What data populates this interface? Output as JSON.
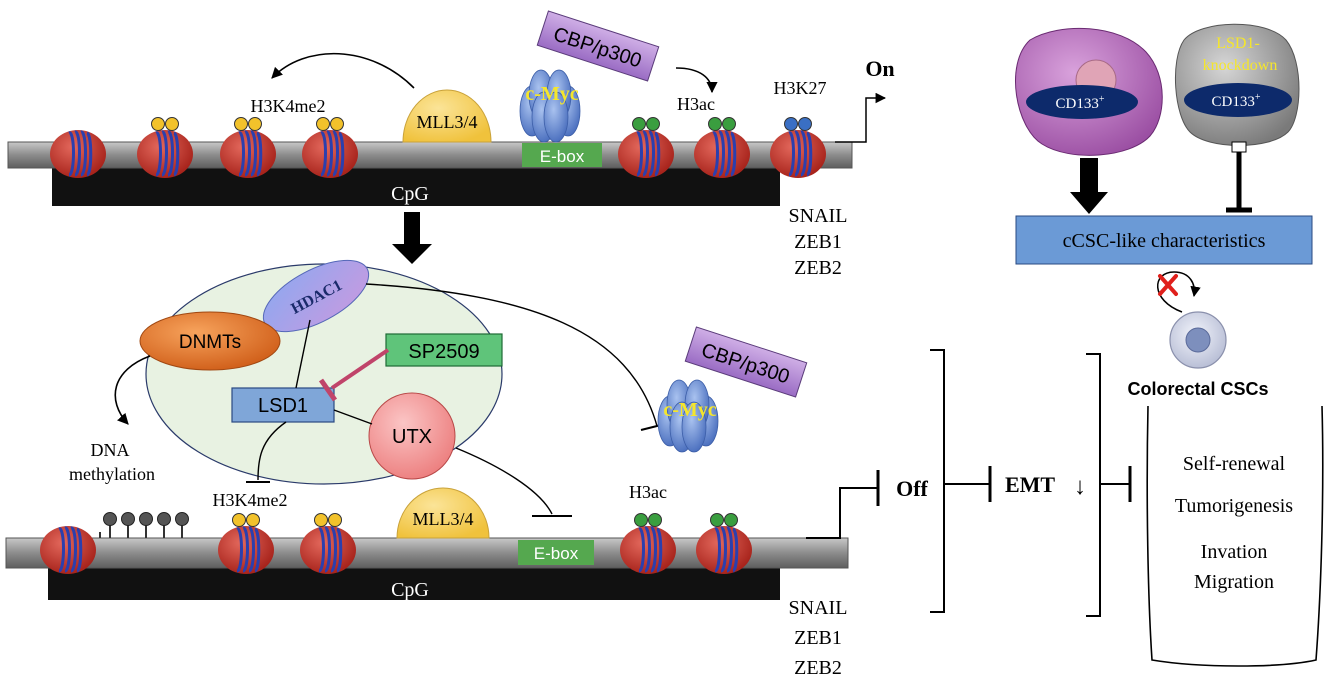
{
  "top_panel": {
    "h3k4me2": "H3K4me2",
    "mll": "MLL3/4",
    "cmyc": "c-Myc",
    "cbp": "CBP/p300",
    "h3ac": "H3ac",
    "h3k27": "H3K27",
    "ebox": "E-box",
    "cpg": "CpG",
    "on": "On",
    "genes": [
      "SNAIL",
      "ZEB1",
      "ZEB2"
    ]
  },
  "bottom_panel": {
    "hdac1": "HDAC1",
    "dnmts": "DNMTs",
    "sp2509": "SP2509",
    "lsd1": "LSD1",
    "utx": "UTX",
    "mll": "MLL3/4",
    "cmyc": "c-Myc",
    "cbp": "CBP/p300",
    "dna_methylation": [
      "DNA",
      "methylation"
    ],
    "h3k4me2": "H3K4me2",
    "h3ac": "H3ac",
    "ebox": "E-box",
    "cpg": "CpG",
    "off": "Off",
    "emt": "EMT",
    "emt_arrow": "↓",
    "genes": [
      "SNAIL",
      "ZEB1",
      "ZEB2"
    ]
  },
  "right_panel": {
    "cd133_left": "CD133",
    "cd133_right": "CD133",
    "cd133_sup": "+",
    "lsd1_kd": [
      "LSD1-",
      "knockdown"
    ],
    "characteristics": "cCSC-like characteristics",
    "cscs": "Colorectal CSCs",
    "outcomes": [
      "Self-renewal",
      "Tumorigenesis",
      "Invation",
      "Migration"
    ]
  },
  "colors": {
    "nucleosome": "#c8382e",
    "dna_coil": "#2b3fae",
    "me_dot": "#f2c22b",
    "ac_dot": "#3a9e3f",
    "k27_dot": "#3a6fc4",
    "strand": "#9a9a9a",
    "cpg_bar": "#111111",
    "ebox": "#55a84f",
    "mll": "#f7d35c",
    "cbp": "#b38ad3",
    "cmyc": "#6f95d6",
    "cmyc_text": "#f5e62b",
    "nucleus": "#e8f2e2",
    "dnmts": "#e07a2e",
    "lsd1": "#7fa6d8",
    "utx": "#f08a8a",
    "sp2509": "#5fc47a",
    "inhibit_pink": "#c0446a",
    "char_box": "#6b9ad6",
    "cell_purple": "#b064b8",
    "cell_gray": "#8e8e8e",
    "nucleus_navy": "#0d2a6b",
    "kd_text": "#f5e62b"
  }
}
